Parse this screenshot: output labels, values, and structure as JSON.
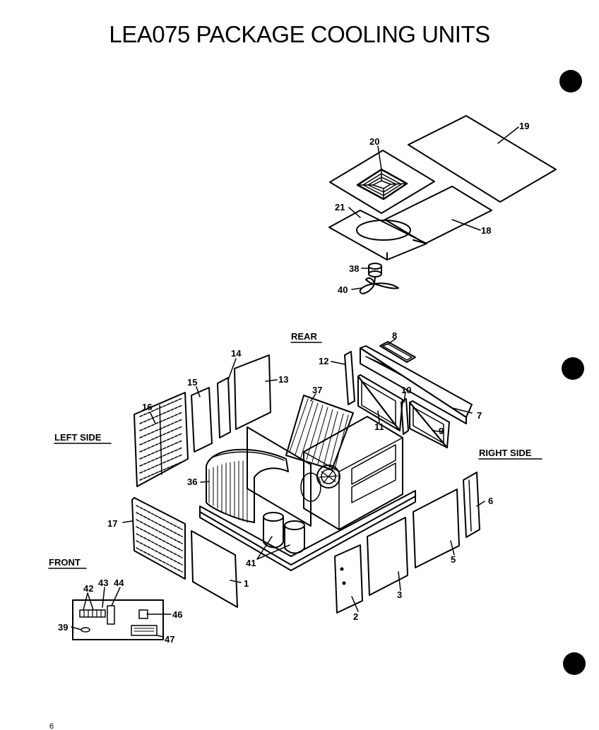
{
  "title": "LEA075 PACKAGE COOLING UNITS",
  "side_labels": {
    "rear": "REAR",
    "left": "LEFT SIDE",
    "right": "RIGHT SIDE",
    "front": "FRONT"
  },
  "callouts": {
    "p1": "1",
    "p2": "2",
    "p3": "3",
    "p5": "5",
    "p6": "6",
    "p7": "7",
    "p8": "8",
    "p9": "9",
    "p10": "10",
    "p11": "11",
    "p12": "12",
    "p13": "13",
    "p14": "14",
    "p15": "15",
    "p16": "16",
    "p17": "17",
    "p18": "18",
    "p19": "19",
    "p20": "20",
    "p21": "21",
    "p36": "36",
    "p37": "37",
    "p38": "38",
    "p39": "39",
    "p40": "40",
    "p41": "41",
    "p42": "42",
    "p43": "43",
    "p44": "44",
    "p46": "46",
    "p47": "47"
  },
  "page_number": "6"
}
